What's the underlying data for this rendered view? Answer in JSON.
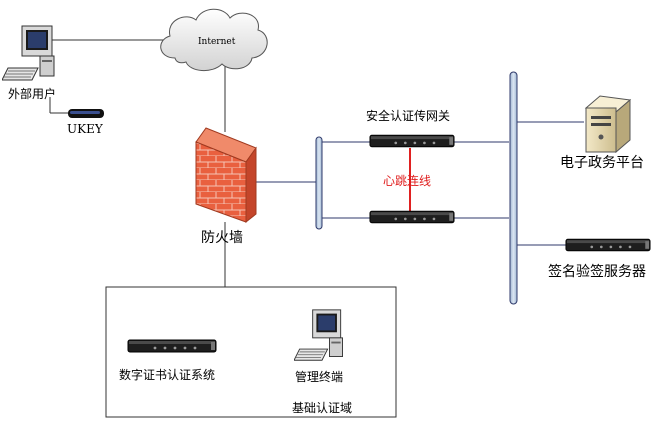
{
  "labels": {
    "external_user": "外部用户",
    "ukey": "UKEY",
    "internet": "Internet",
    "firewall": "防火墙",
    "gateway": "安全认证传网关",
    "heartbeat": "心跳连线",
    "egov_platform": "电子政务平台",
    "sign_server": "签名验签服务器",
    "ca_system": "数字证书认证系统",
    "mgmt_terminal": "管理终端",
    "base_domain": "基础认证域"
  },
  "colors": {
    "heartbeat": "#e02020",
    "link_line": "#2f3a6b",
    "bus_fill": "#b9cde3",
    "bus_stroke": "#2f3a6b",
    "brick": "#e9603f",
    "cloud": "#e6e6e6"
  },
  "icons": [
    "computer-icon",
    "ukey-icon",
    "cloud-icon",
    "firewall-icon",
    "bus-icon",
    "rack-device-icon",
    "server-tower-icon"
  ]
}
